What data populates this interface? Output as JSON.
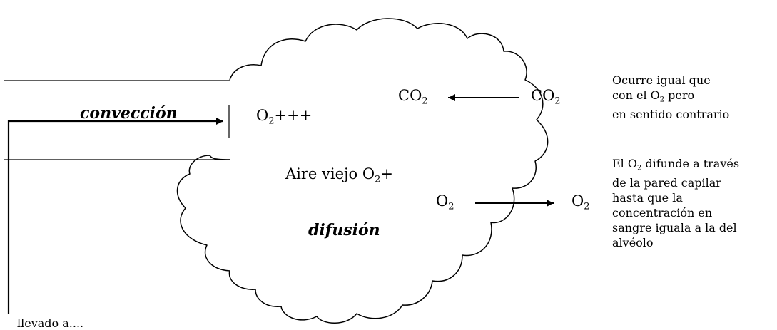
{
  "labels": {
    "convection": "convección",
    "diffusion": "difusión",
    "o2_high": "+++",
    "old_air": "Aire viejo O",
    "old_air_suffix": "+",
    "o": "O",
    "co": "CO",
    "sub2": "2",
    "bottom_partial": "llevado a...."
  },
  "notes": {
    "co2": {
      "line1": "Ocurre igual que",
      "line2_pre": "con el O",
      "line2_post": " pero",
      "line3": "en sentido contrario"
    },
    "o2": {
      "line1_pre": "El O",
      "line1_post": " difunde a través",
      "line2": "de la pared capilar",
      "line3": "hasta que la",
      "line4": "concentración en",
      "line5": "sangre iguala a la del",
      "line6": "alvéolo"
    }
  }
}
